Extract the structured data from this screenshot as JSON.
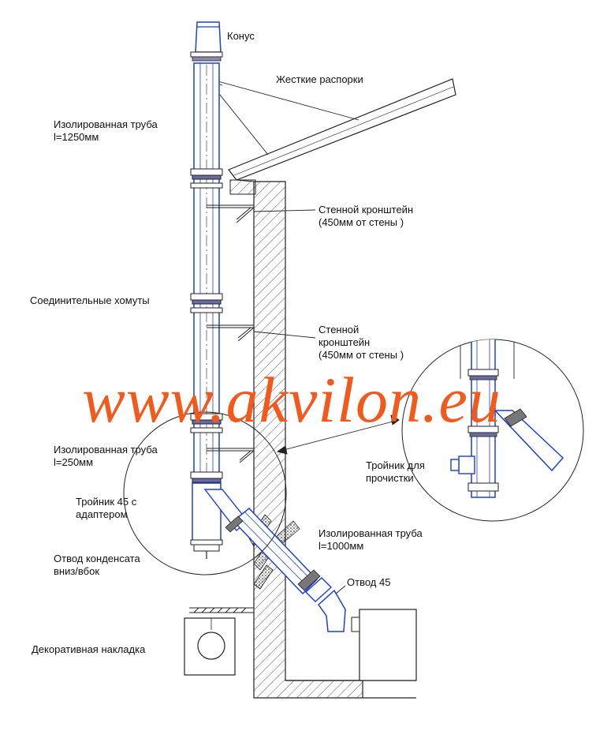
{
  "labels": {
    "cone": "Конус",
    "rigid_braces": "Жесткие распорки",
    "insulated_pipe_1250": [
      "Изолированная труба",
      "l=1250мм"
    ],
    "wall_bracket_1": [
      "Стенной кронштейн",
      "(450мм от стены )"
    ],
    "connecting_clamps": "Соединительные хомуты",
    "wall_bracket_2": [
      "Стенной",
      "кронштейн",
      "(450мм от стены )"
    ],
    "insulated_pipe_250": [
      "Изолированная труба",
      "l=250мм"
    ],
    "tee_45_adapter": [
      "Тройник 45 с",
      "адаптером"
    ],
    "condensate_outlet": [
      "Отвод конденсата",
      "вниз/вбок"
    ],
    "insulated_pipe_1000": [
      "Изолированная труба",
      "l=1000мм"
    ],
    "bend_45": "Отвод 45",
    "decorative_cover": "Декоративная накладка",
    "cleaning_tee": [
      "Тройник для",
      "прочистки"
    ]
  },
  "watermark": "www.akvilon.eu",
  "colors": {
    "line": "#222222",
    "pipe_blue": "#1f3fd1",
    "watermark": "#f25a1d",
    "background": "#ffffff"
  }
}
